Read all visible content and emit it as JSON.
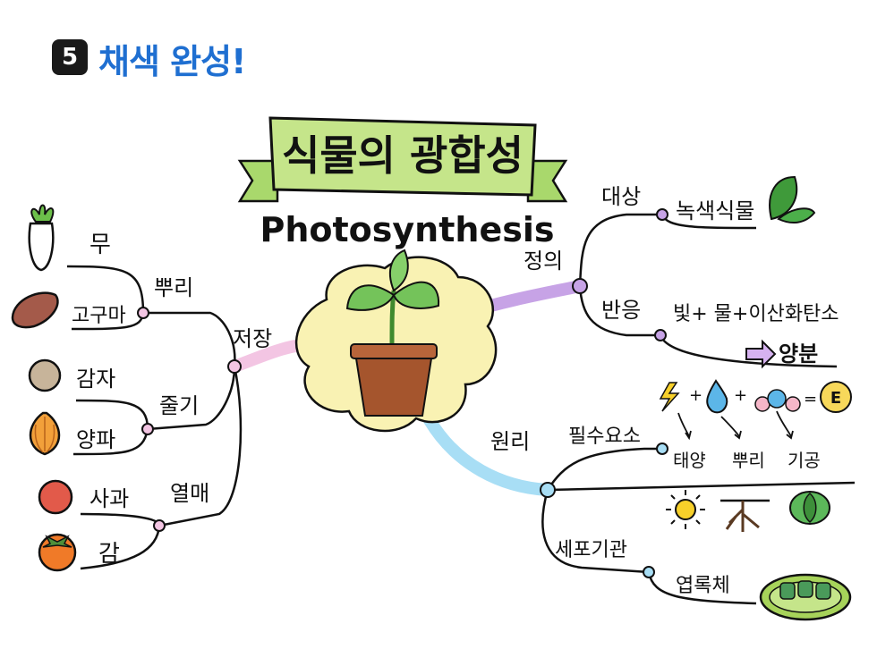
{
  "header": {
    "step_number": "5",
    "title": "채색 완성!"
  },
  "center": {
    "title_ko": "식물의 광합성",
    "title_en": "Photosynthesis"
  },
  "storage": {
    "label": "저장",
    "groups": [
      {
        "label": "뿌리",
        "items": [
          "무",
          "고구마"
        ]
      },
      {
        "label": "줄기",
        "items": [
          "감자",
          "양파"
        ]
      },
      {
        "label": "열매",
        "items": [
          "사과",
          "감"
        ]
      }
    ]
  },
  "definition": {
    "label": "정의",
    "target_label": "대상",
    "target_value": "녹색식물",
    "reaction_label": "반응",
    "reaction_inputs": "빛+ 물+이산화탄소",
    "reaction_product": "양분"
  },
  "principle": {
    "label": "원리",
    "elements_label": "필수요소",
    "elements": [
      "태양",
      "뿌리",
      "기공"
    ],
    "equation_result": "E",
    "organelle_label": "세포기관",
    "organelle_value": "엽록체"
  },
  "colors": {
    "title_accent": "#1f6fd1",
    "banner_green": "#c5e58a",
    "pot_brown": "#a5552d",
    "cloud_yellow": "#f9f2b3",
    "branch_pink": "#f3c5e3",
    "branch_purple": "#c7a3e6",
    "branch_blue": "#a8def5",
    "leaf_green": "#74c35a"
  }
}
